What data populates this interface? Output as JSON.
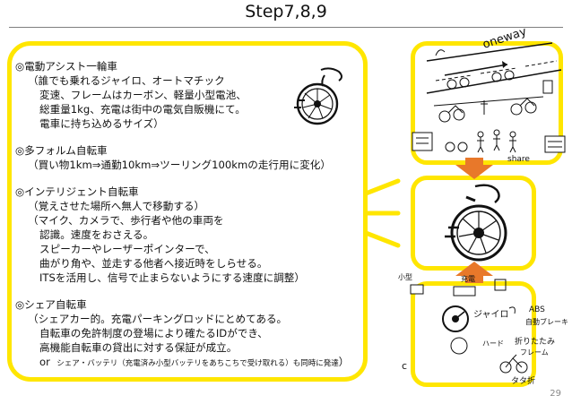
{
  "slide": {
    "title": "Step7,8,9",
    "page_number": "29"
  },
  "sections": [
    {
      "id": "assist",
      "lines": [
        "◎電動アシスト一輪車",
        "（誰でも乗れるジャイロ、オートマチック",
        "変速、フレームはカーボン、軽量小型電池、",
        "総重量1kg、充電は街中の電気自販機にて。",
        "電車に持ち込めるサイズ）"
      ]
    },
    {
      "id": "multiform",
      "lines": [
        "◎多フォルム自転車",
        "（買い物1km⇒通勤10km⇒ツーリング100kmの走行用に変化）"
      ]
    },
    {
      "id": "intelligent",
      "lines": [
        "◎インテリジェント自転車",
        "（覚えさせた場所へ無人で移動する）",
        "（マイク、カメラで、歩行者や他の車両を",
        "認識。速度をおさえる。",
        "スピーカーやレーザーポインターで、",
        "曲がり角や、並走する他者へ接近時をしらせる。",
        "ITSを活用し、信号で止まらないようにする速度に調整）"
      ]
    },
    {
      "id": "share",
      "lines": [
        "◎シェア自転車",
        "（シェアカー的。充電パーキングロッドにとめてある。",
        "自転車の免許制度の登場により確たるIDができ、",
        "高機能自転車の貸出に対する保証が成立。"
      ],
      "footer_prefix": "or",
      "footer_note": "シェア・バッテリ（充電済み小型バッテリをあちこちで受け取れる）も同時に発達",
      "footer_close": "）"
    }
  ],
  "sketch_labels": {
    "oneway": "oneway",
    "share": "share",
    "top_left_note": "小型",
    "battery_note": "充電",
    "gyro": "ジャイロ",
    "abs": "ABS",
    "auto_brake": "自動ブレーキ",
    "hard_label": "ハード",
    "folding_frame": "折りたたみ",
    "frame": "フレーム",
    "folding": "タタ折",
    "letter_c": "c"
  },
  "colors": {
    "frame_yellow": "#ffe600",
    "arrow_orange": "#e8782a",
    "text": "#111111",
    "rule": "#7f7f7f"
  }
}
